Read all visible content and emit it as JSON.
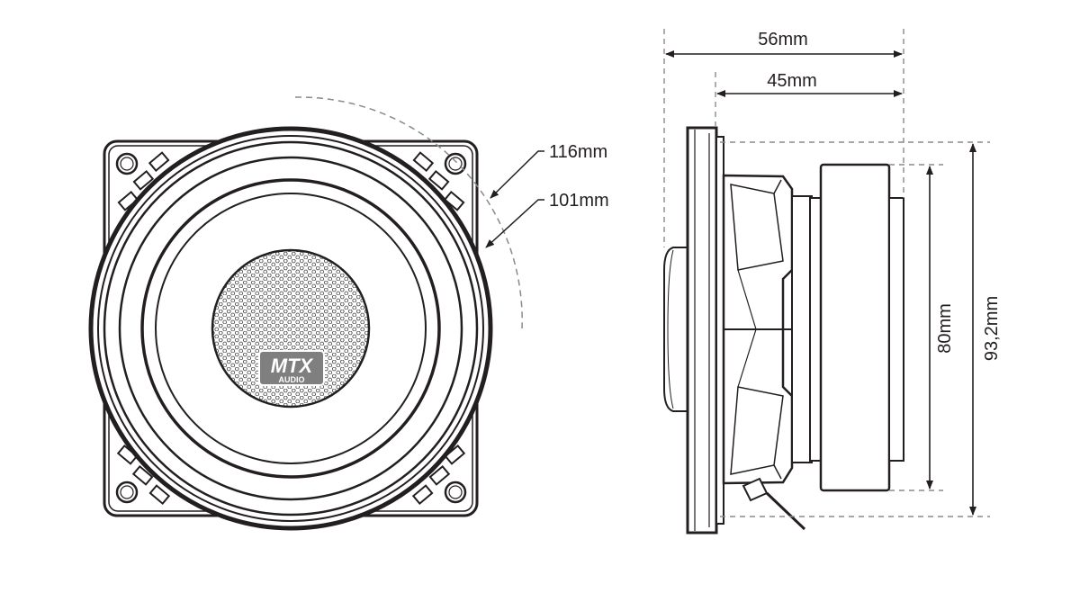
{
  "dimensions": {
    "outer_diameter": "116mm",
    "cone_diameter": "101mm",
    "total_depth": "56mm",
    "mount_depth": "45mm",
    "magnet_height": "80mm",
    "frame_height": "93,2mm"
  },
  "logo": {
    "brand": "MTX",
    "sub": "AUDIO"
  }
}
